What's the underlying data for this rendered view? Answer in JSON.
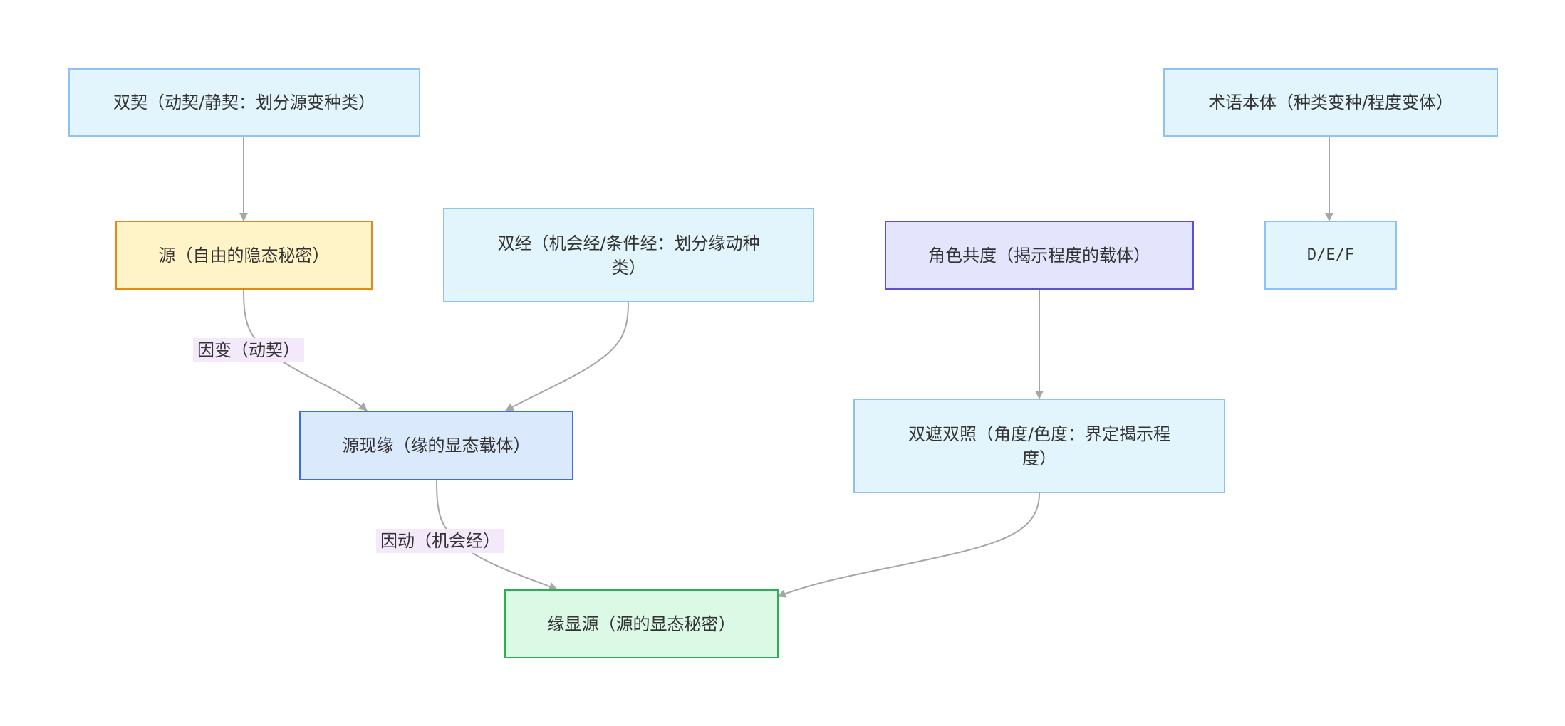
{
  "nodes": {
    "shuang_qi": "双契（动契/静契：划分源变种类）",
    "shuyu": "术语本体（种类变种/程度变体）",
    "yuan": "源（自由的隐态秘密）",
    "shuang_jing": "双经（机会经/条件经：划分缘动种类）",
    "jiaose": "角色共度（揭示程度的载体）",
    "def": "D/E/F",
    "yuanxianyuan": "源现缘（缘的显态载体）",
    "shuangzhe": "双遮双照（角度/色度：界定揭示程度）",
    "yuanxianyuan2": "缘显源（源的显态秘密）"
  },
  "edge_labels": {
    "yinbian": "因变（动契）",
    "yindong": "因动（机会经）"
  },
  "colors": {
    "default_fill": "#e3f5fc",
    "default_stroke": "#8ec2f5",
    "source_fill": "#fff4c7",
    "source_stroke": "#e08a1c",
    "role_fill": "#e4e4fd",
    "role_stroke": "#5b4fd6",
    "manifest_fill": "#dbe9fd",
    "manifest_stroke": "#3a6fd6",
    "result_fill": "#dcf9e6",
    "result_stroke": "#27b056",
    "edge": "#a6a6a6",
    "label_bg": "#f3e9fb"
  }
}
